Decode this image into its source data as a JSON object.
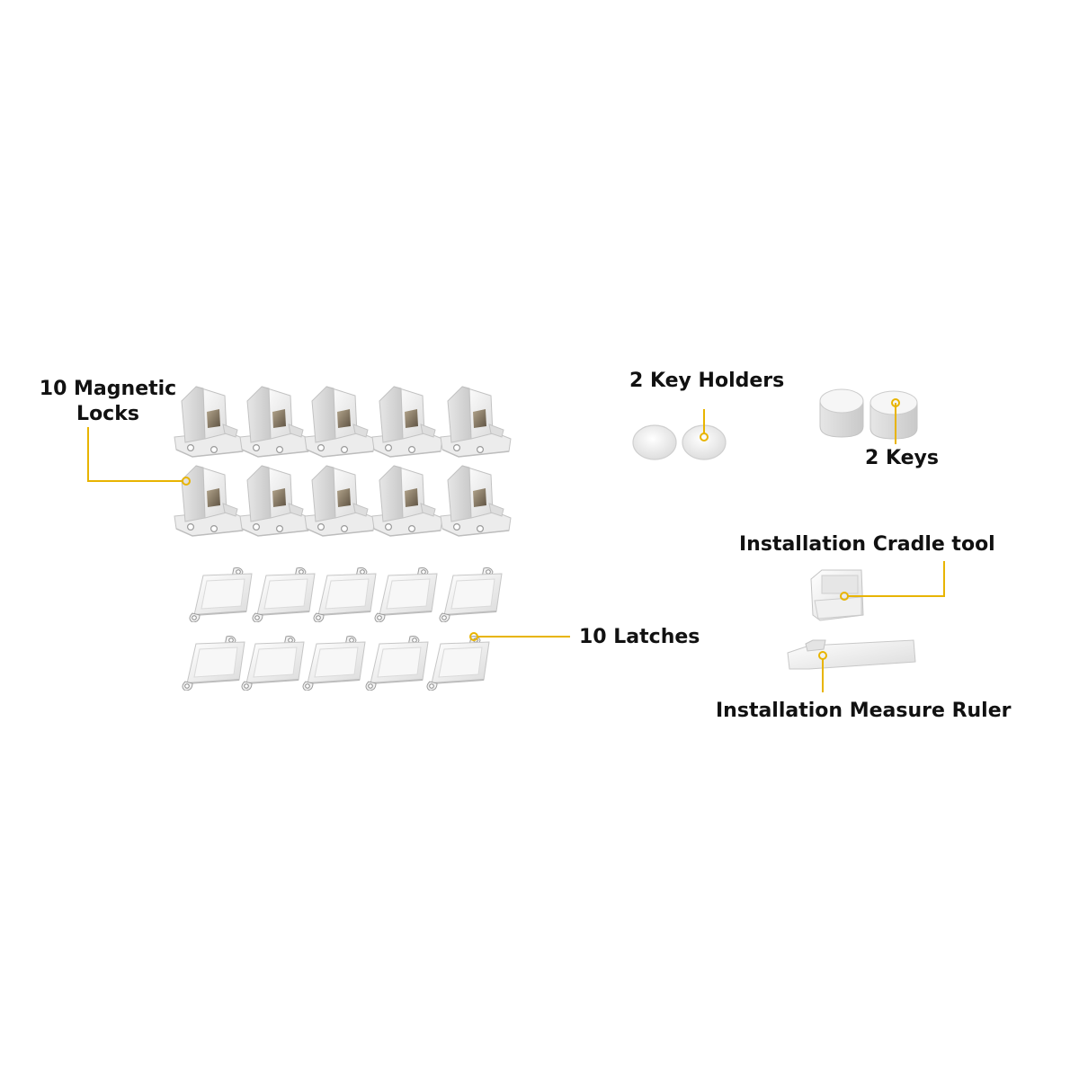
{
  "labels": {
    "magnetic_locks_line1": "10 Magnetic",
    "magnetic_locks_line2": "Locks",
    "key_holders": "2 Key Holders",
    "keys": "2 Keys",
    "cradle_tool": "Installation Cradle tool",
    "latches": "10 Latches",
    "measure_ruler": "Installation Measure Ruler"
  },
  "colors": {
    "background": "#ffffff",
    "callout_accent": "#e8b400",
    "label_text": "#111111",
    "part_white": "#f4f4f4",
    "part_shadow": "#cfcfcf",
    "magnet_core": "#8c7b63"
  },
  "items": {
    "magnetic_locks_count": 10,
    "latches_count": 10,
    "key_holders_count": 2,
    "keys_count": 2
  }
}
